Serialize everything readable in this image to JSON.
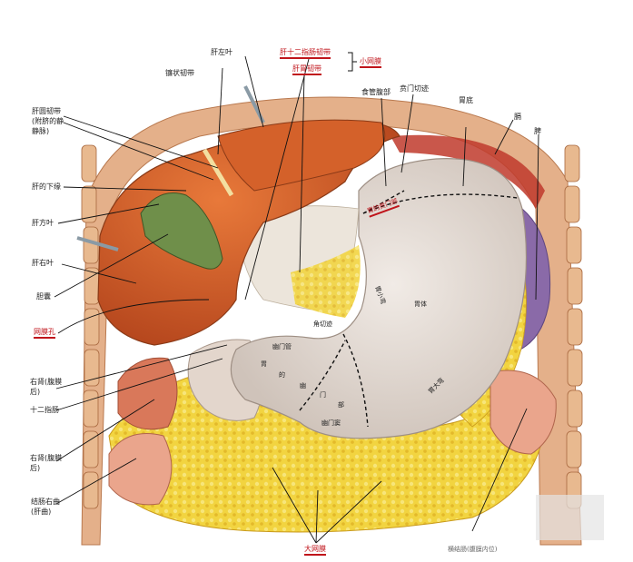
{
  "labels": {
    "falciform_ligament": "镰状韧带",
    "left_lobe": "肝左叶",
    "hepatoduodenal_lig": "肝十二指肠韧带",
    "lesser_omentum": "小网膜",
    "hepatogastric_lig": "肝胃韧带",
    "esophageal_abdominal": "食管腹部",
    "cardiac_notch": "贲门切迹",
    "fundus": "胃底",
    "spleen_upper": "脾",
    "diaphragm": "膈",
    "round_lig_line1": "肝圆韧带",
    "round_lig_line2": "(附脐的静",
    "round_lig_line3": "静脉)",
    "inferior_border": "肝的下缘",
    "quadrate_lobe": "肝方叶",
    "right_lobe": "肝右叶",
    "gallbladder": "胆囊",
    "epiploic_foramen": "网膜孔",
    "right_kidney_1_a": "右肾(腹膜",
    "right_kidney_1_b": "后)",
    "duodenum": "十二指肠",
    "right_kidney_2_a": "右肾(腹膜",
    "right_kidney_2_b": "后)",
    "right_colic_flexure_a": "结肠右曲",
    "right_colic_flexure_b": "(肝曲)",
    "greater_omentum": "大网膜",
    "cardia": "胃的贲门部",
    "body": "胃体",
    "angular_notch": "角切迹",
    "lesser_curvature": "胃小弯",
    "greater_curvature": "胃大弯",
    "pyloric_canal": "幽门管",
    "pyloric_antrum": "幽门窦",
    "pyloric_part_1": "胃",
    "pyloric_part_2": "的",
    "pyloric_part_3": "幽",
    "pyloric_part_4": "门",
    "pyloric_part_5": "部",
    "bottom_right_caption": "横结肠(腹膜内位)"
  },
  "colors": {
    "liver": "#d9662a",
    "stomach": "#e6ddd6",
    "omentum_fat": "#f2d440",
    "gallbladder": "#6f8f4a",
    "annotation_red": "#c0141b"
  }
}
